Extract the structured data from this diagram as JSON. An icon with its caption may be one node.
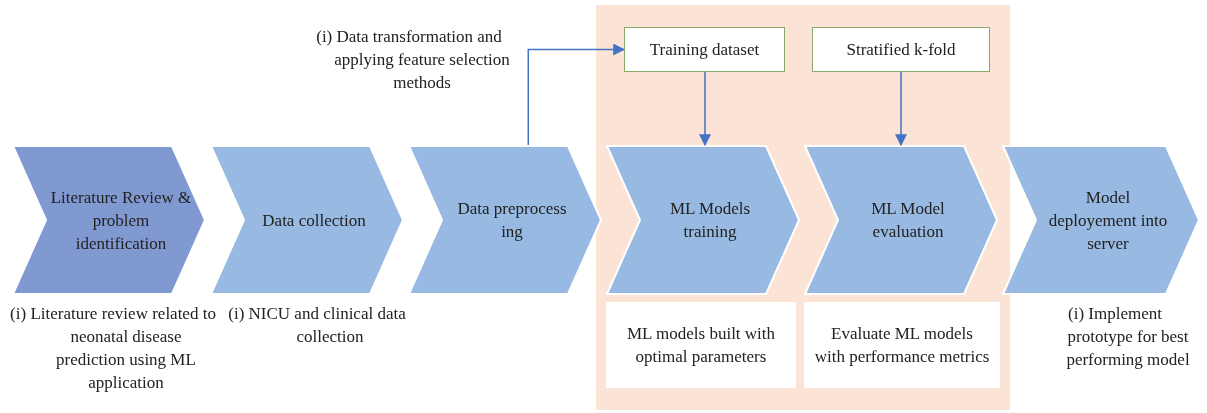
{
  "diagram": {
    "nodes": [
      {
        "text": [
          "Literature Review & problem identification"
        ],
        "beside": [
          "(i) Literature review related to neonatal disease prediction using ML application"
        ]
      },
      {
        "text": [
          "Data collection"
        ],
        "beside": [
          "(i) NICU and clinical data collection"
        ]
      },
      {
        "text": [
          "Data preprocess ing"
        ]
      },
      {
        "text": [
          "ML Models training"
        ]
      },
      {
        "text": [
          "ML Model evaluation"
        ]
      },
      {
        "text": [
          "Model deployement into server"
        ],
        "beside": [
          "(i) Implement prototype for best performing model"
        ]
      },
      {
        "text": [
          "Training dataset"
        ]
      },
      {
        "text": [
          "Stratified k-fold"
        ]
      },
      {
        "text": [
          "ML models built with optimal parameters"
        ]
      },
      {
        "text": [
          "Evaluate ML models with performance metrics"
        ]
      }
    ],
    "edges": [
      {
        "from": 2,
        "to": 6,
        "arrow": "to",
        "label": "(i) Data transformation and applying feature selection methods"
      },
      {
        "from": 6,
        "to": 3,
        "arrow": "to"
      },
      {
        "from": 7,
        "to": 4,
        "arrow": "to"
      }
    ]
  }
}
